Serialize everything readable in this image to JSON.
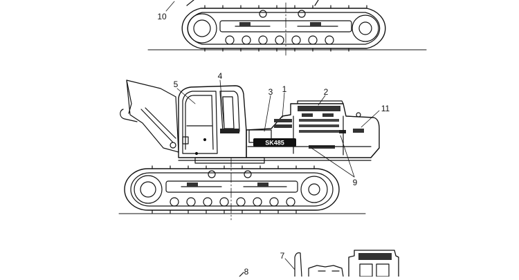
{
  "callouts": [
    {
      "id": "c10",
      "label": "10"
    },
    {
      "id": "c5",
      "label": "5"
    },
    {
      "id": "c4",
      "label": "4"
    },
    {
      "id": "c3",
      "label": "3"
    },
    {
      "id": "c1",
      "label": "1"
    },
    {
      "id": "c2",
      "label": "2"
    },
    {
      "id": "c11",
      "label": "11"
    },
    {
      "id": "c9",
      "label": "9"
    },
    {
      "id": "c8",
      "label": "8"
    },
    {
      "id": "c7",
      "label": "7"
    }
  ],
  "model_decal": "SK485",
  "colors": {
    "ink": "#111111",
    "background": "#ffffff"
  }
}
